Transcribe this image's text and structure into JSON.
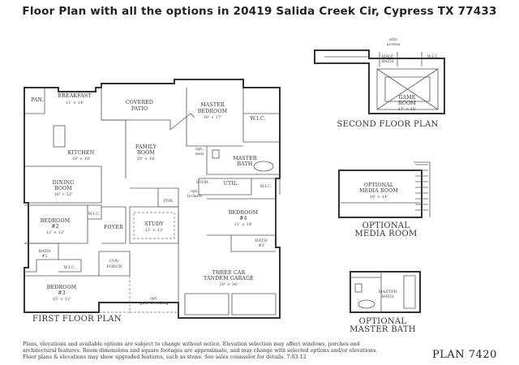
{
  "header": {
    "title": "Floor Plan with all the options in 20419 Salida Creek Cir, Cypress TX 77433"
  },
  "first_floor": {
    "title": "FIRST FLOOR PLAN",
    "rooms": {
      "pan": "PAN.",
      "breakfast": "BREAKFAST",
      "breakfast_dim": "11' × 14'",
      "covered_patio_1": "COVERED",
      "covered_patio_2": "PATIO",
      "master_bedroom_1": "MASTER",
      "master_bedroom_2": "BEDROOM",
      "master_bedroom_dim": "16' × 17'",
      "wic_master": "W.I.C.",
      "family_room_1": "FAMILY",
      "family_room_2": "ROOM",
      "family_room_dim": "20' × 18'",
      "kitchen": "KITCHEN",
      "kitchen_dim": "18' × 18'",
      "opt_seat_1": "opt.",
      "opt_seat_2": "seat",
      "master_bath_1": "MASTER",
      "master_bath_2": "BATH",
      "dining_room_1": "DINING",
      "dining_room_2": "ROOM",
      "dining_dim": "16' × 12'",
      "stor": "STOR.",
      "util": "UTIL.",
      "wic_util": "W.I.C.",
      "opt_lockers_1": "opt.",
      "opt_lockers_2": "lockers",
      "pdr": "PDR.",
      "bedroom2_1": "BEDROOM",
      "bedroom2_2": "#2",
      "bedroom2_dim": "12' × 12'",
      "wic_bed2": "W.I.C.",
      "foyer": "FOYER",
      "study": "STUDY",
      "study_dim": "12' × 13'",
      "bedroom4_1": "BEDROOM",
      "bedroom4_2": "#4",
      "bedroom4_dim": "11' × 14'",
      "bath3_1": "BATH",
      "bath3_2": "#3",
      "bath2_1": "BATH",
      "bath2_2": "#2",
      "wic_bed3": "W.I.C.",
      "cov_porch_1": "COV.",
      "cov_porch_2": "PORCH",
      "bedroom3_1": "BEDROOM",
      "bedroom3_2": "#3",
      "bedroom3_dim": "15' × 12'",
      "garage_1": "THREE CAR",
      "garage_2": "TANDEM GARAGE",
      "garage_dim": "20' × 36'",
      "opt_gate_1": "opt.",
      "opt_gate_2": "gate & railing"
    }
  },
  "second_floor": {
    "title": "SECOND FLOOR PLAN",
    "attic_1": "attic",
    "attic_2": "access",
    "half_bath_1": "HALF",
    "half_bath_2": "BATH",
    "wic": "W.I.C.",
    "game_room_1": "GAME",
    "game_room_2": "ROOM",
    "game_room_dim": "17' × 15'"
  },
  "optional_media": {
    "title_1": "OPTIONAL",
    "title_2": "MEDIA ROOM",
    "room_1": "OPTIONAL",
    "room_2": "MEDIA ROOM",
    "room_dim": "18' × 14'"
  },
  "optional_master_bath": {
    "title_1": "OPTIONAL",
    "title_2": "MASTER BATH",
    "room_1": "MASTER",
    "room_2": "BATH"
  },
  "footer": {
    "disclaimer": "Plans, elevations and available options are subject to change without notice. Elevation selection may affect windows, porches and architectural features. Room dimensions and square footages are approximate, and may change with selected options and/or elevations. Floor plans & elevations may show upgraded features, such as stone. See sales counselor for details. 7-03-12",
    "plan_number": "PLAN 7420"
  }
}
